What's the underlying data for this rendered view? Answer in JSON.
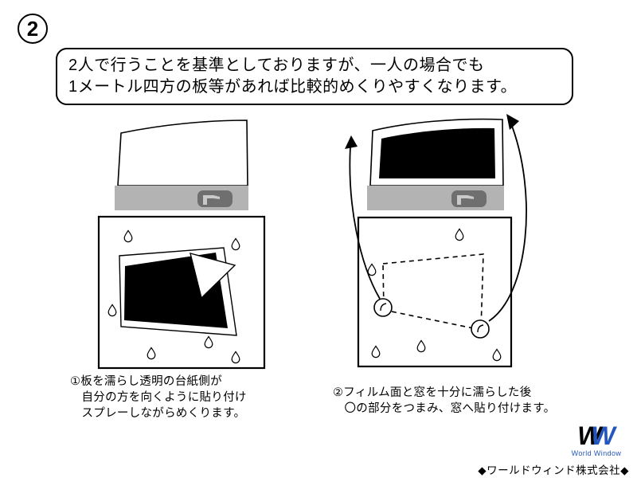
{
  "step_badge": "2",
  "instruction_box": {
    "line1": "2人で行うことを基準としておりますが、一人の場合でも",
    "line2": "1メートル四方の板等があれば比較的めくりやすくなります。"
  },
  "figures": {
    "left_caption": {
      "line1": "①板を濡らし透明の台紙側が",
      "line2": "自分の方を向くように貼り付け",
      "line3": "スプレーしながらめくります。"
    },
    "right_caption": {
      "line1": "②フィルム面と窓を十分に濡らした後",
      "line2": "〇の部分をつまみ、窓へ貼り付けます。"
    }
  },
  "footer": {
    "logo_w1": "W",
    "logo_w2": "W",
    "logo_subtext": "World Window",
    "company": "◆ワールドウィンド株式会社◆"
  },
  "colors": {
    "logo_blue": "#2456c0",
    "tray_gray": "#b3b3b3",
    "film_black": "#000000"
  }
}
